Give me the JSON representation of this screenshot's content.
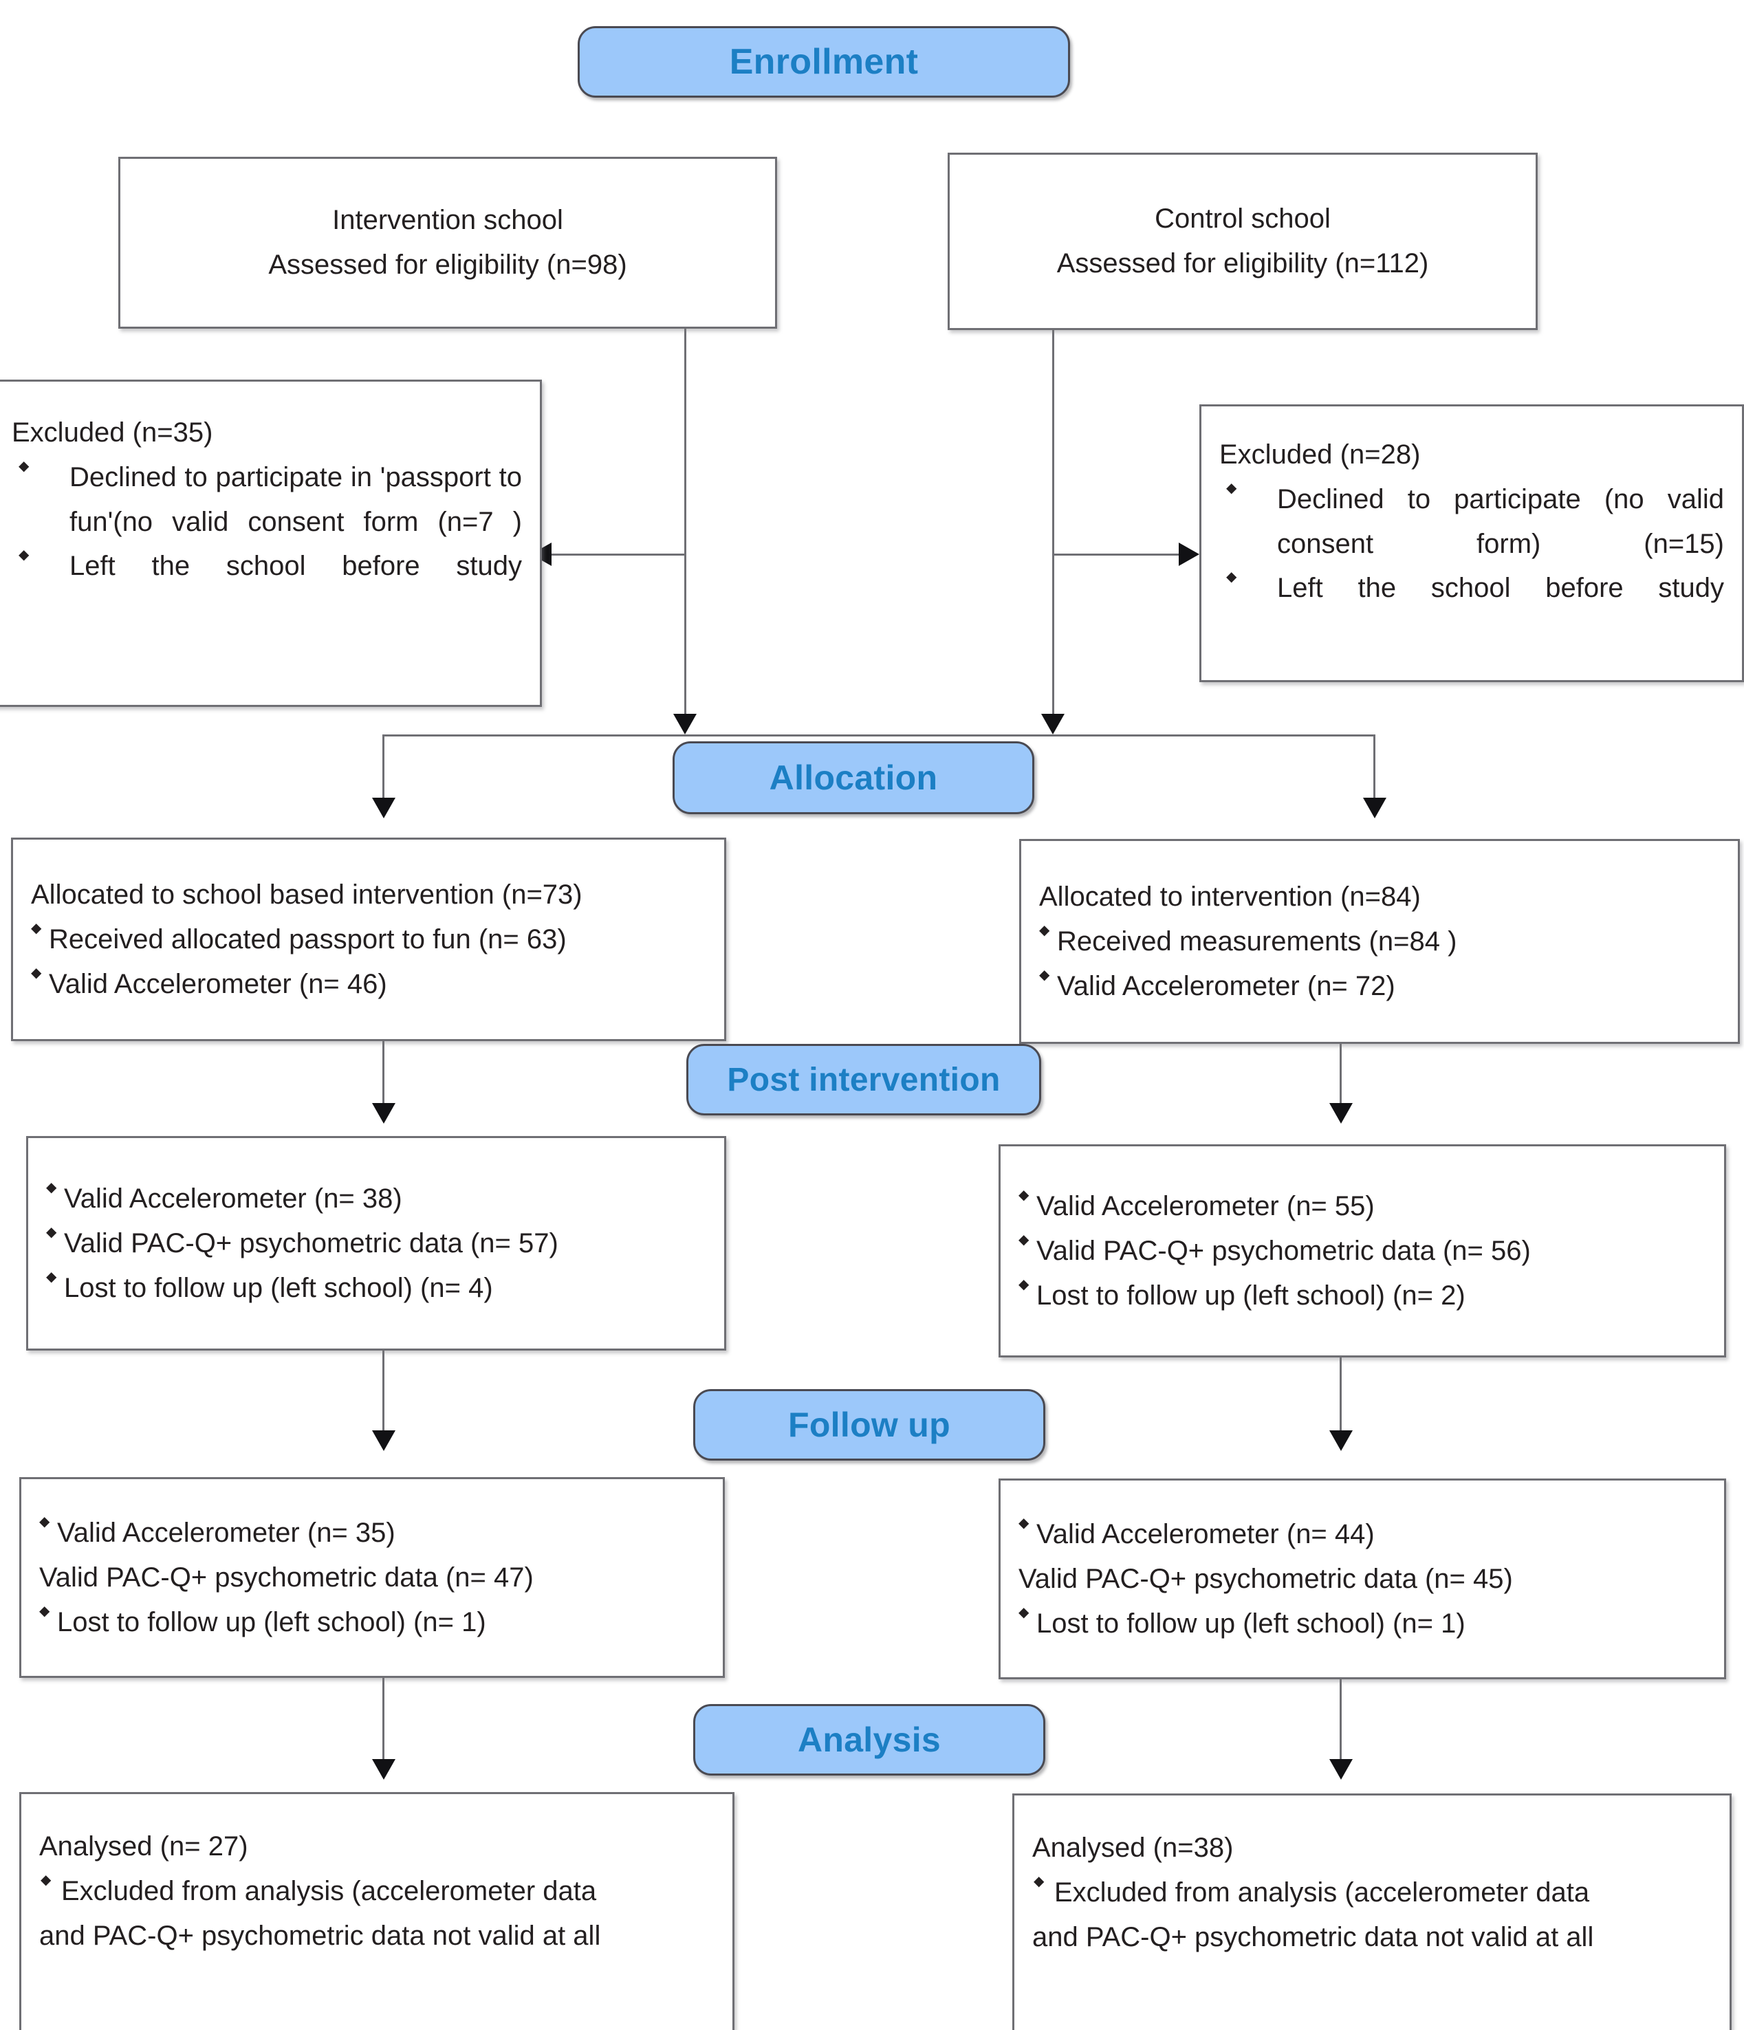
{
  "diagram": {
    "title": "CONSORT participant flow diagram",
    "accent_blue_fill": "#9CC8FA",
    "accent_blue_text": "#1C7FC4",
    "box_border": "#6f6f74",
    "line_color": "#3b3b40"
  },
  "stages": {
    "enrollment": "Enrollment",
    "allocation": "Allocation",
    "post_intervention": "Post intervention",
    "follow_up": "Follow up",
    "analysis": "Analysis"
  },
  "enrollment": {
    "intervention": {
      "line1": "Intervention school",
      "line2": "Assessed for eligibility (n=98)"
    },
    "control": {
      "line1": "Control school",
      "line2": "Assessed for eligibility (n=112)"
    }
  },
  "excluded": {
    "intervention": {
      "heading": "Excluded (n=35)",
      "items": [
        "Declined to participate in 'passport to fun'(no valid consent form (n=7 )",
        "Left the school before study"
      ]
    },
    "control": {
      "heading": "Excluded (n=28)",
      "items": [
        "Declined to participate (no valid consent form) (n=15)",
        "Left the school before study"
      ]
    }
  },
  "allocation": {
    "intervention": {
      "heading": "Allocated to school based intervention (n=73)",
      "items": [
        "Received allocated passport to fun (n= 63)",
        "Valid Accelerometer (n= 46)"
      ]
    },
    "control": {
      "heading": "Allocated to intervention (n=84)",
      "items": [
        "Received measurements (n=84 )",
        "Valid Accelerometer (n= 72)"
      ]
    }
  },
  "post_intervention": {
    "intervention": {
      "items": [
        "Valid Accelerometer (n= 38)",
        "Valid PAC-Q+ psychometric data (n= 57)",
        "Lost to follow up (left school) (n= 4)"
      ]
    },
    "control": {
      "items": [
        "Valid Accelerometer (n= 55)",
        "Valid PAC-Q+ psychometric data (n= 56)",
        "Lost to follow up (left school) (n= 2)"
      ]
    }
  },
  "follow_up": {
    "intervention": {
      "item1": "Valid Accelerometer (n= 35)",
      "item2_nobullet": "Valid PAC-Q+ psychometric data (n= 47)",
      "item3": "Lost to follow up (left school) (n= 1)"
    },
    "control": {
      "item1": "Valid Accelerometer (n= 44)",
      "item2_nobullet": "Valid PAC-Q+ psychometric data (n= 45)",
      "item3": "Lost to follow up (left school) (n= 1)"
    }
  },
  "analysis": {
    "intervention": {
      "heading": "Analysed (n= 27)",
      "item_line1": "Excluded from analysis (accelerometer data",
      "item_line2": "and PAC-Q+ psychometric data not valid at all"
    },
    "control": {
      "heading": "Analysed (n=38)",
      "item_line1": "Excluded from analysis (accelerometer data",
      "item_line2": "and PAC-Q+ psychometric data not valid at all"
    }
  }
}
